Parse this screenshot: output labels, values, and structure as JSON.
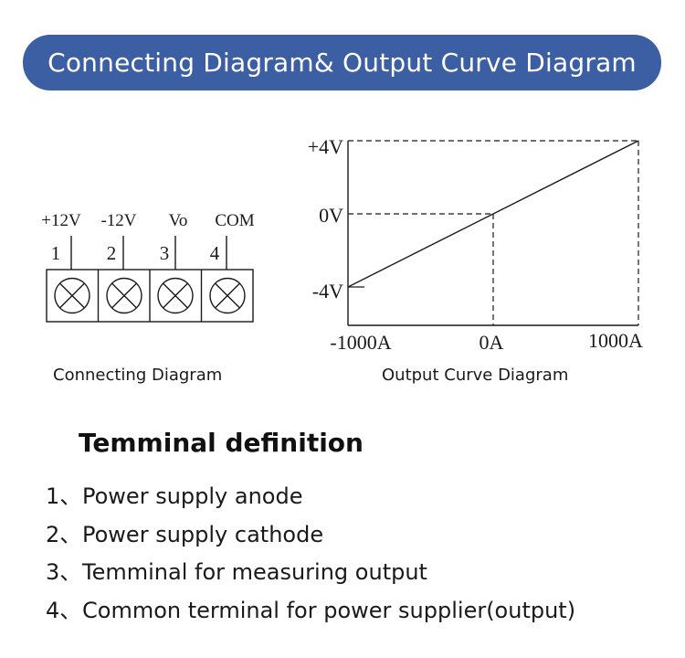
{
  "header": {
    "title": "Connecting Diagram& Output Curve Diagram"
  },
  "connecting_diagram": {
    "caption": "Connecting Diagram",
    "terminals": [
      {
        "label": "+12V",
        "number": "1"
      },
      {
        "label": "-12V",
        "number": "2"
      },
      {
        "label": "Vo",
        "number": "3"
      },
      {
        "label": "COM",
        "number": "4"
      }
    ]
  },
  "output_curve": {
    "caption": "Output Curve Diagram",
    "y_ticks": [
      "+4V",
      "0V",
      "-4V"
    ],
    "x_ticks": [
      "-1000A",
      "0A",
      "1000A"
    ],
    "line": {
      "from": {
        "x": -1000,
        "y": -4
      },
      "to": {
        "x": 1000,
        "y": 4
      }
    },
    "zero_point": {
      "x": 0,
      "y": 0
    }
  },
  "definitions": {
    "title": "Temminal definition",
    "items": [
      {
        "num": "1、",
        "text": "Power supply anode"
      },
      {
        "num": "2、",
        "text": "Power supply cathode"
      },
      {
        "num": "3、",
        "text": "Temminal for measuring output"
      },
      {
        "num": "4、",
        "text": "Common terminal for power supplier(output)"
      }
    ]
  }
}
